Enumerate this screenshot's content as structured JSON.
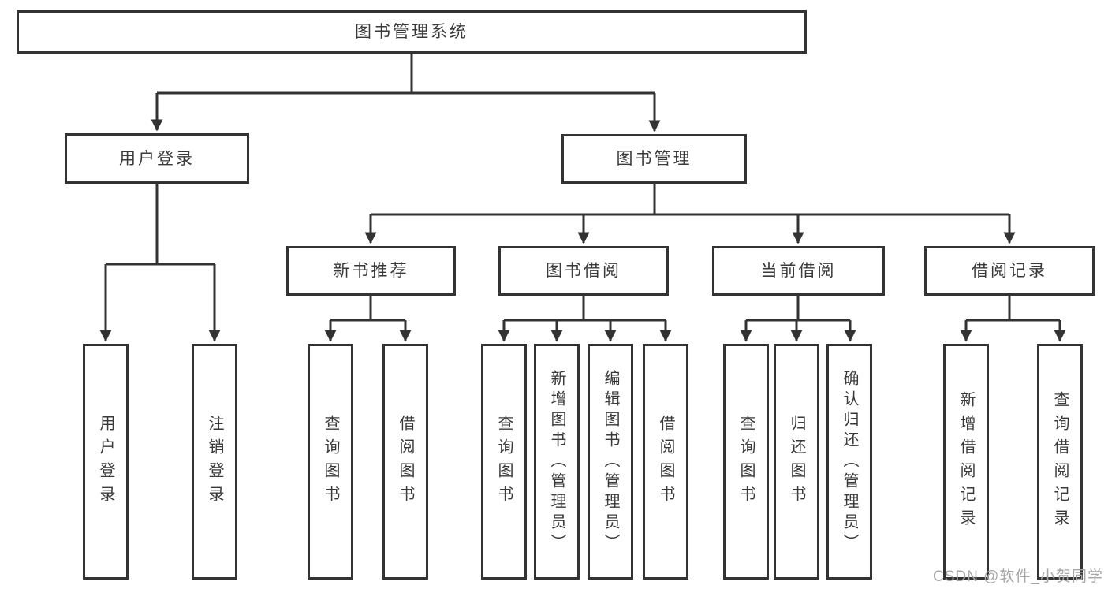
{
  "nodes": {
    "root": {
      "label": "图书管理系统"
    },
    "level2": [
      {
        "label": "用户登录"
      },
      {
        "label": "图书管理"
      }
    ],
    "level3": [
      {
        "label": "新书推荐"
      },
      {
        "label": "图书借阅"
      },
      {
        "label": "当前借阅"
      },
      {
        "label": "借阅记录"
      }
    ],
    "leaves": [
      {
        "label": "用户登录"
      },
      {
        "label": "注销登录"
      },
      {
        "label": "查询图书"
      },
      {
        "label": "借阅图书"
      },
      {
        "label": "查询图书"
      },
      {
        "label": "新增图书（管理员）"
      },
      {
        "label": "编辑图书（管理员）"
      },
      {
        "label": "借阅图书"
      },
      {
        "label": "查询图书"
      },
      {
        "label": "归还图书"
      },
      {
        "label": "确认归还（管理员）"
      },
      {
        "label": "新增借阅记录"
      },
      {
        "label": "查询借阅记录"
      }
    ]
  },
  "watermark": "CSDN @软件_小贺同学",
  "colors": {
    "line": "#333333",
    "text": "#3a3a3a",
    "watermark": "#a6a6a6",
    "background": "#ffffff"
  }
}
